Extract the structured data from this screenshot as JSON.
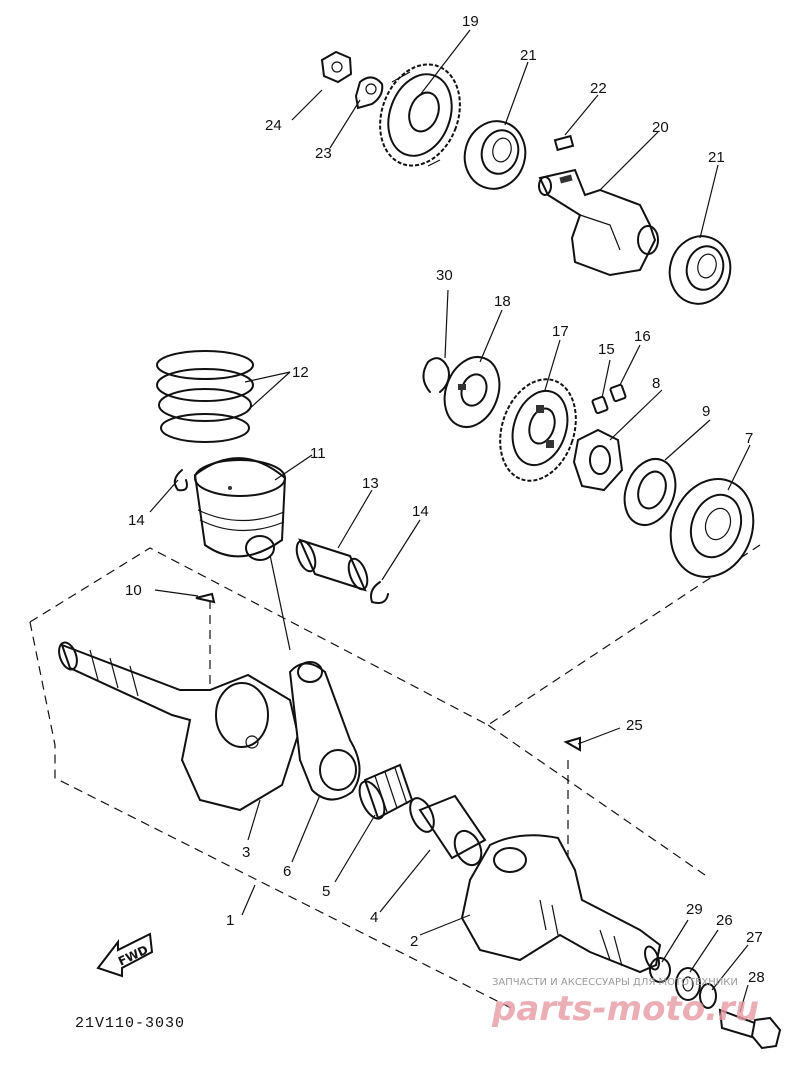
{
  "diagram": {
    "code": "21V110-3030",
    "direction_label": "FWD",
    "parts": [
      {
        "id": "p1",
        "number": "1"
      },
      {
        "id": "p2",
        "number": "2"
      },
      {
        "id": "p3",
        "number": "3"
      },
      {
        "id": "p4",
        "number": "4"
      },
      {
        "id": "p5",
        "number": "5"
      },
      {
        "id": "p6",
        "number": "6"
      },
      {
        "id": "p7",
        "number": "7"
      },
      {
        "id": "p8",
        "number": "8"
      },
      {
        "id": "p9",
        "number": "9"
      },
      {
        "id": "p10",
        "number": "10"
      },
      {
        "id": "p11",
        "number": "11"
      },
      {
        "id": "p12",
        "number": "12"
      },
      {
        "id": "p13",
        "number": "13"
      },
      {
        "id": "p14a",
        "number": "14"
      },
      {
        "id": "p14b",
        "number": "14"
      },
      {
        "id": "p15",
        "number": "15"
      },
      {
        "id": "p16",
        "number": "16"
      },
      {
        "id": "p17",
        "number": "17"
      },
      {
        "id": "p18",
        "number": "18"
      },
      {
        "id": "p19",
        "number": "19"
      },
      {
        "id": "p20",
        "number": "20"
      },
      {
        "id": "p21a",
        "number": "21"
      },
      {
        "id": "p21b",
        "number": "21"
      },
      {
        "id": "p22",
        "number": "22"
      },
      {
        "id": "p23",
        "number": "23"
      },
      {
        "id": "p24",
        "number": "24"
      },
      {
        "id": "p25",
        "number": "25"
      },
      {
        "id": "p26",
        "number": "26"
      },
      {
        "id": "p27",
        "number": "27"
      },
      {
        "id": "p28",
        "number": "28"
      },
      {
        "id": "p29",
        "number": "29"
      },
      {
        "id": "p30",
        "number": "30"
      }
    ]
  },
  "watermark": {
    "caption": "ЗАПЧАСТИ И АКСЕССУАРЫ ДЛЯ МОТОТЕХНИКИ",
    "brand": "parts-moto.ru"
  }
}
